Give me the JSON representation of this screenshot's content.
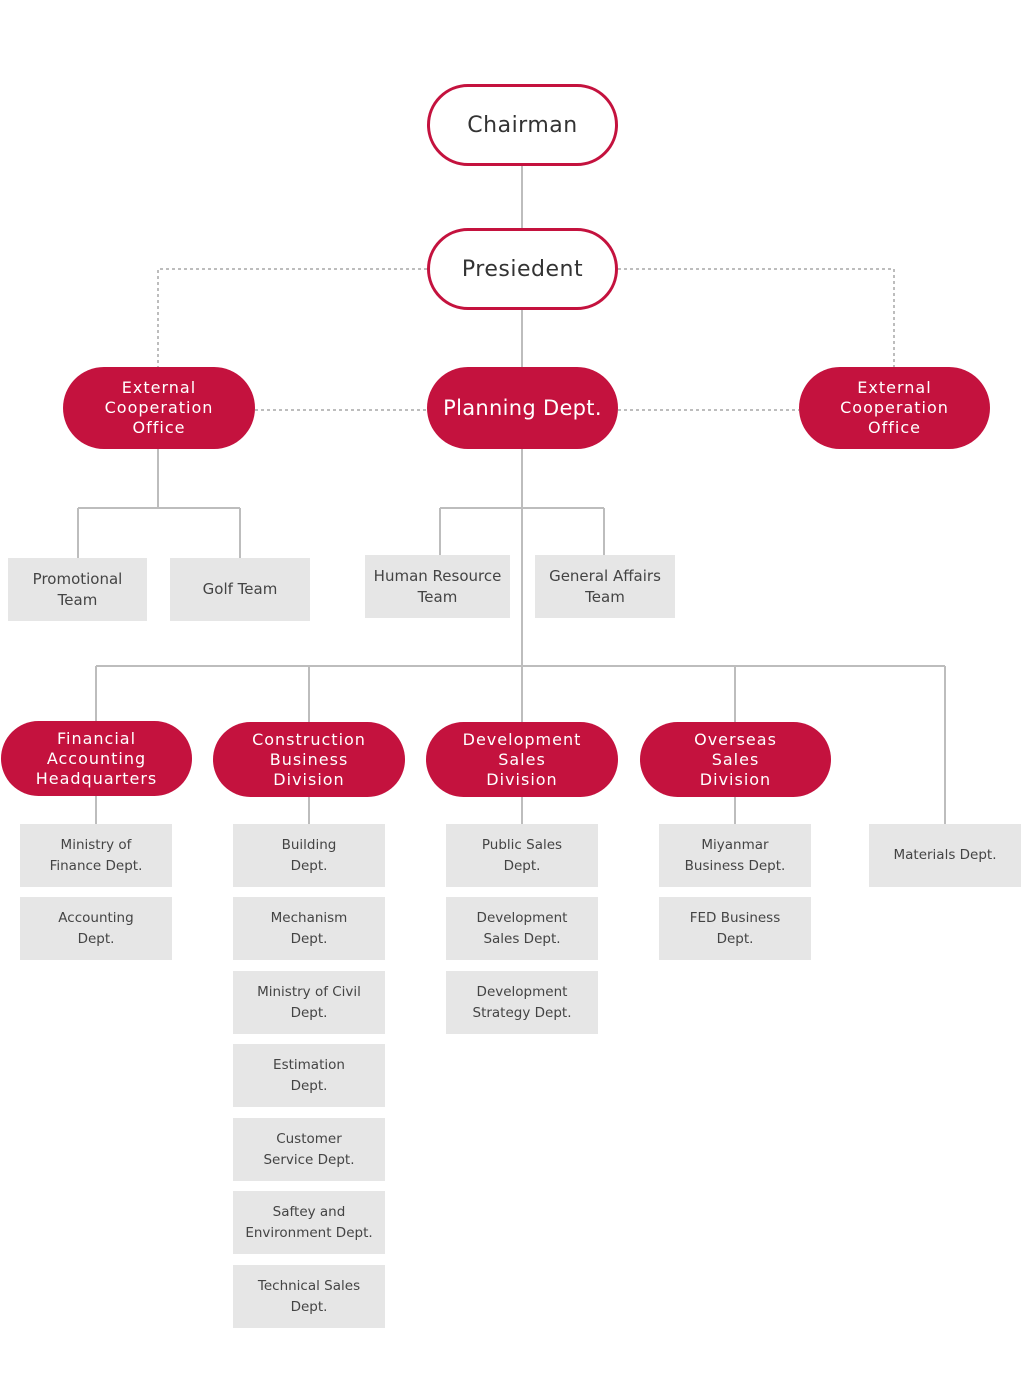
{
  "colors": {
    "accent": "#c4123e",
    "box_fill": "#e6e6e6",
    "line": "#bdbdbd"
  },
  "top": {
    "chairman": "Chairman",
    "president": "Presiedent"
  },
  "level2": {
    "left_office": "External\nCooperation\nOffice",
    "planning": "Planning Dept.",
    "right_office": "External\nCooperation\nOffice"
  },
  "teams": {
    "promotional": "Promotional\nTeam",
    "golf": "Golf Team",
    "human_resource": "Human Resource\nTeam",
    "general_affairs": "General Affairs\nTeam"
  },
  "divisions": {
    "financial": {
      "label": "Financial\nAccounting\nHeadquarters",
      "depts": [
        "Ministry of\nFinance Dept.",
        "Accounting\nDept."
      ]
    },
    "construction": {
      "label": "Construction\nBusiness\nDivision",
      "depts": [
        "Building\nDept.",
        "Mechanism\nDept.",
        "Ministry of Civil\nDept.",
        "Estimation\nDept.",
        "Customer\nService Dept.",
        "Saftey and\nEnvironment Dept.",
        "Technical Sales\nDept."
      ]
    },
    "development": {
      "label": "Development\nSales\nDivision",
      "depts": [
        "Public Sales\nDept.",
        "Development\nSales Dept.",
        "Development\nStrategy Dept."
      ]
    },
    "overseas": {
      "label": "Overseas\nSales\nDivision",
      "depts": [
        "Miyanmar\nBusiness Dept.",
        "FED Business\nDept."
      ]
    },
    "materials": "Materials Dept."
  }
}
